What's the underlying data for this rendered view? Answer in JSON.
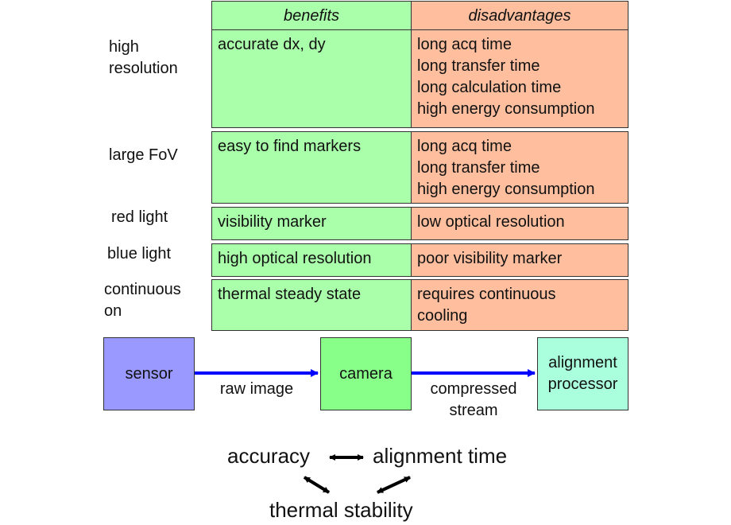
{
  "table": {
    "header_benefits": "benefits",
    "header_disadvantages": "disadvantages",
    "rows": [
      {
        "label": [
          "high",
          "resolution"
        ],
        "benefits": [
          "accurate dx, dy"
        ],
        "disadvantages": [
          "long acq time",
          "long transfer time",
          "long calculation time",
          "high energy consumption"
        ]
      },
      {
        "label": [
          "large FoV"
        ],
        "benefits": [
          "easy to find markers"
        ],
        "disadvantages": [
          "long acq time",
          "long transfer time",
          "high energy consumption"
        ]
      },
      {
        "label": [
          "red light"
        ],
        "benefits": [
          "visibility marker"
        ],
        "disadvantages": [
          "low optical resolution"
        ]
      },
      {
        "label": [
          "blue light"
        ],
        "benefits": [
          "high optical resolution"
        ],
        "disadvantages": [
          "poor visibility marker"
        ]
      },
      {
        "label": [
          "continuous",
          "on"
        ],
        "benefits": [
          "thermal steady state"
        ],
        "disadvantages": [
          "requires continuous",
          "cooling"
        ]
      }
    ]
  },
  "flow": {
    "sensor": "sensor",
    "camera": "camera",
    "processor": [
      "alignment",
      "processor"
    ],
    "edge1": "raw image",
    "edge2": [
      "compressed",
      "stream"
    ]
  },
  "tradeoff": {
    "accuracy": "accuracy",
    "alignment_time": "alignment time",
    "thermal_stability": "thermal stability"
  },
  "colors": {
    "benefits": "#aaffaa",
    "disadvantages": "#ffbf9f",
    "sensor": "#9999ff",
    "camera": "#88ff88",
    "processor": "#aaffdd",
    "arrow": "#0000ff"
  }
}
